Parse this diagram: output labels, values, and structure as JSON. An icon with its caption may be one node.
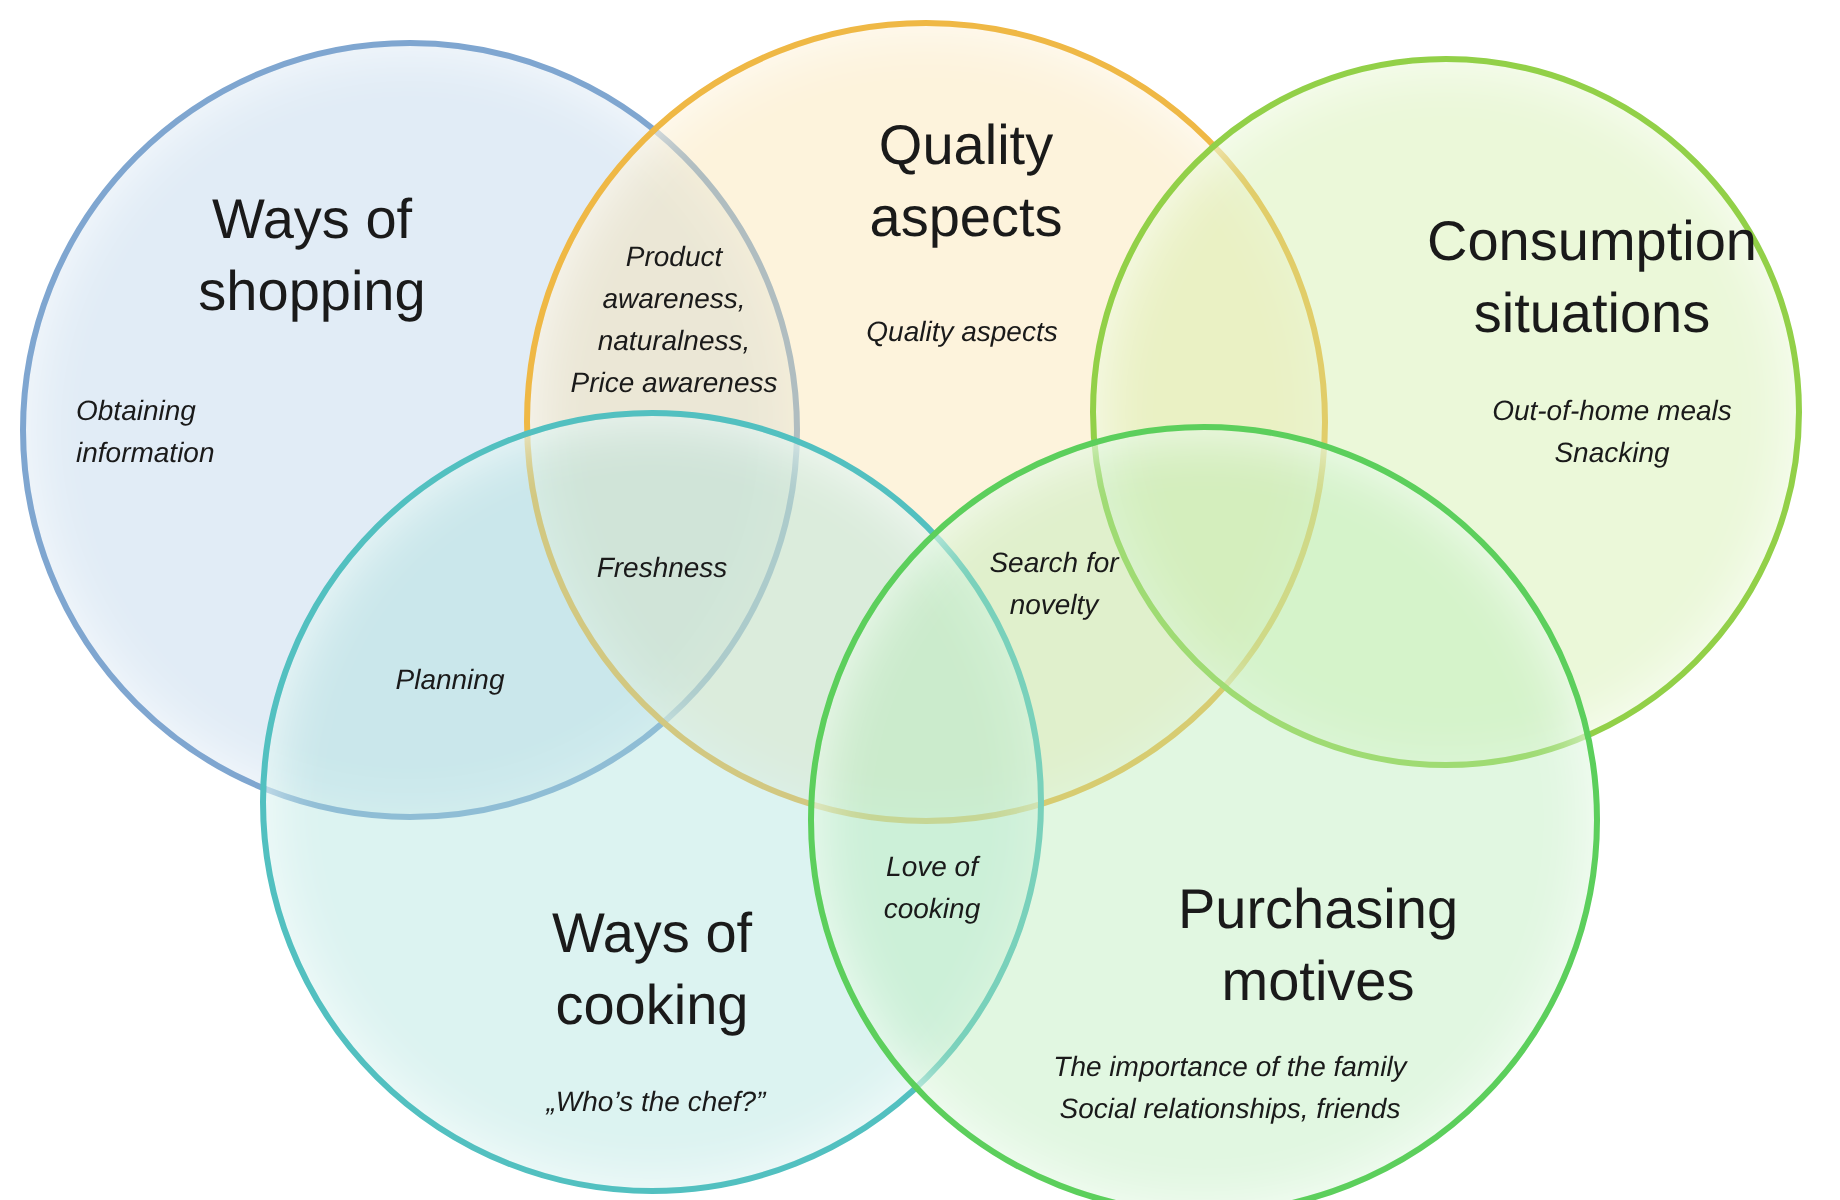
{
  "diagram": {
    "nodes": [
      {
        "text": [
          "Ways of shopping",
          "Obtaining information"
        ]
      },
      {
        "text": [
          "Quality aspects",
          "Quality aspects"
        ]
      },
      {
        "text": [
          "Consumption situations",
          "Out-of-home meals Snacking"
        ]
      },
      {
        "text": [
          "Ways of cooking",
          "„Who’s the chef?”"
        ]
      },
      {
        "text": [
          "Purchasing motives",
          "The importance of the family Social relationships, friends"
        ]
      }
    ],
    "labels": [
      "Product awareness, naturalness, Price awareness",
      "Freshness",
      "Planning",
      "Search for novelty",
      "Love of cooking"
    ]
  }
}
